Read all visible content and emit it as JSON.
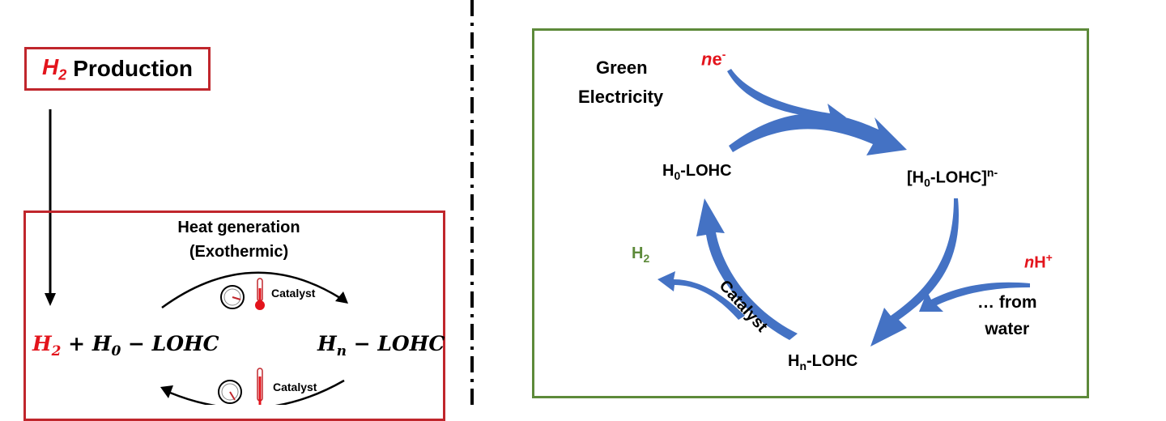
{
  "left": {
    "title_symbol": "H",
    "title_subscript": "2",
    "title_text": "Production",
    "heat_line1": "Heat generation",
    "heat_line2": "(Exothermic)",
    "catalyst_top": "Catalyst",
    "catalyst_bottom": "Catalyst",
    "eq_left_h2": "H",
    "eq_left_h2_sub": "2",
    "eq_left_rest": " + H",
    "eq_left_h0_sub": "0",
    "eq_left_tail": " − LOHC",
    "eq_right_h": "H",
    "eq_right_sub": "n",
    "eq_right_tail": " − LOHC"
  },
  "right": {
    "green_line1": "Green",
    "green_line2": "Electricity",
    "ne_italic": "n",
    "ne_e": "e",
    "ne_sup": "-",
    "h0_lohc_a": "H",
    "h0_lohc_sub": "0",
    "h0_lohc_b": "-LOHC",
    "anion_a": "[H",
    "anion_sub": "0",
    "anion_b": "-LOHC]",
    "anion_sup": "n-",
    "h2_a": "H",
    "h2_sub": "2",
    "catalyst": "Catalyst",
    "nh_italic": "n",
    "nh_h": "H",
    "nh_sup": "+",
    "from_line1": "… from",
    "from_line2": "water",
    "hn_lohc_a": "H",
    "hn_lohc_sub": "n",
    "hn_lohc_b": "-LOHC"
  },
  "colors": {
    "red": "#e3141c",
    "box_red": "#c0262c",
    "green": "#5d8a3a",
    "arrow_blue": "#4472c4"
  },
  "icons": [
    "pressure-gauge-icon",
    "thermometer-icon"
  ]
}
